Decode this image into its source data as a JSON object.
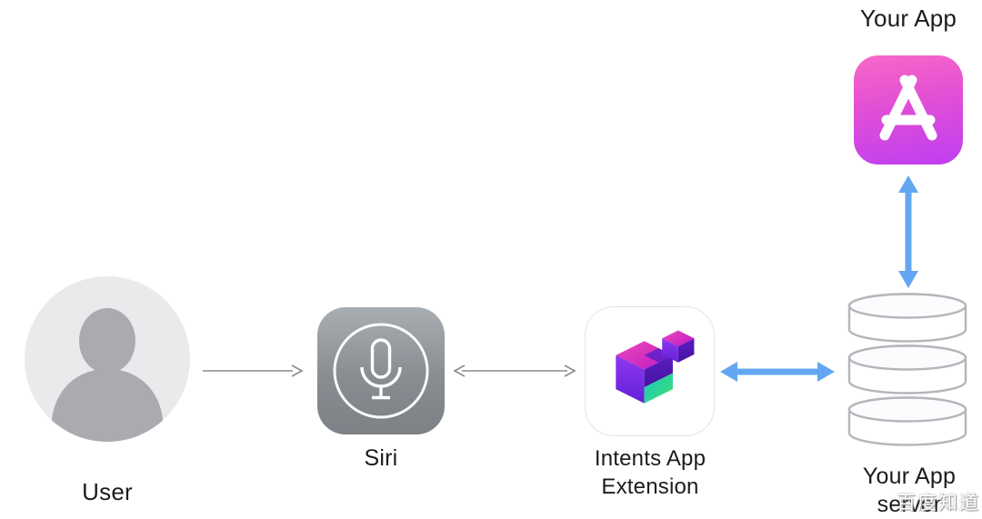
{
  "nodes": {
    "user": {
      "label": "User"
    },
    "siri": {
      "label": "Siri"
    },
    "intents": {
      "label_lines": [
        "Intents App",
        "Extension"
      ]
    },
    "server": {
      "label_lines": [
        "Your App",
        "server"
      ]
    },
    "your_app": {
      "label": "Your App"
    }
  },
  "connections": [
    {
      "from": "user",
      "to": "siri",
      "style": "gray-thin",
      "direction": "one-way"
    },
    {
      "from": "siri",
      "to": "intents",
      "style": "gray-thin",
      "direction": "two-way"
    },
    {
      "from": "intents",
      "to": "server",
      "style": "blue-thick",
      "direction": "two-way"
    },
    {
      "from": "server",
      "to": "your_app",
      "style": "blue-thick",
      "direction": "two-way"
    }
  ],
  "icons": [
    "user-avatar-icon",
    "siri-mic-icon",
    "intents-cube-icon",
    "database-icon",
    "your-app-a-icon"
  ],
  "colors": {
    "gray_arrow": "#8a8a8e",
    "blue_arrow": "#63a7f2",
    "avatar_bg": "#eaeaec",
    "avatar_fg": "#a9abb0",
    "siri_gradient_top": "#a9aeb3",
    "siri_gradient_bottom": "#7d8186",
    "app_icon_gradient_top": "#f868c6",
    "app_icon_gradient_bottom": "#bf3ef2",
    "cube_magenta": "#e0219e",
    "cube_purple": "#7a2be0",
    "cube_teal": "#19c8c2",
    "cube_green": "#3fe06e",
    "db_stroke": "#b5b5bb",
    "label_text": "#1c1c1e"
  },
  "watermark": "百度知道"
}
